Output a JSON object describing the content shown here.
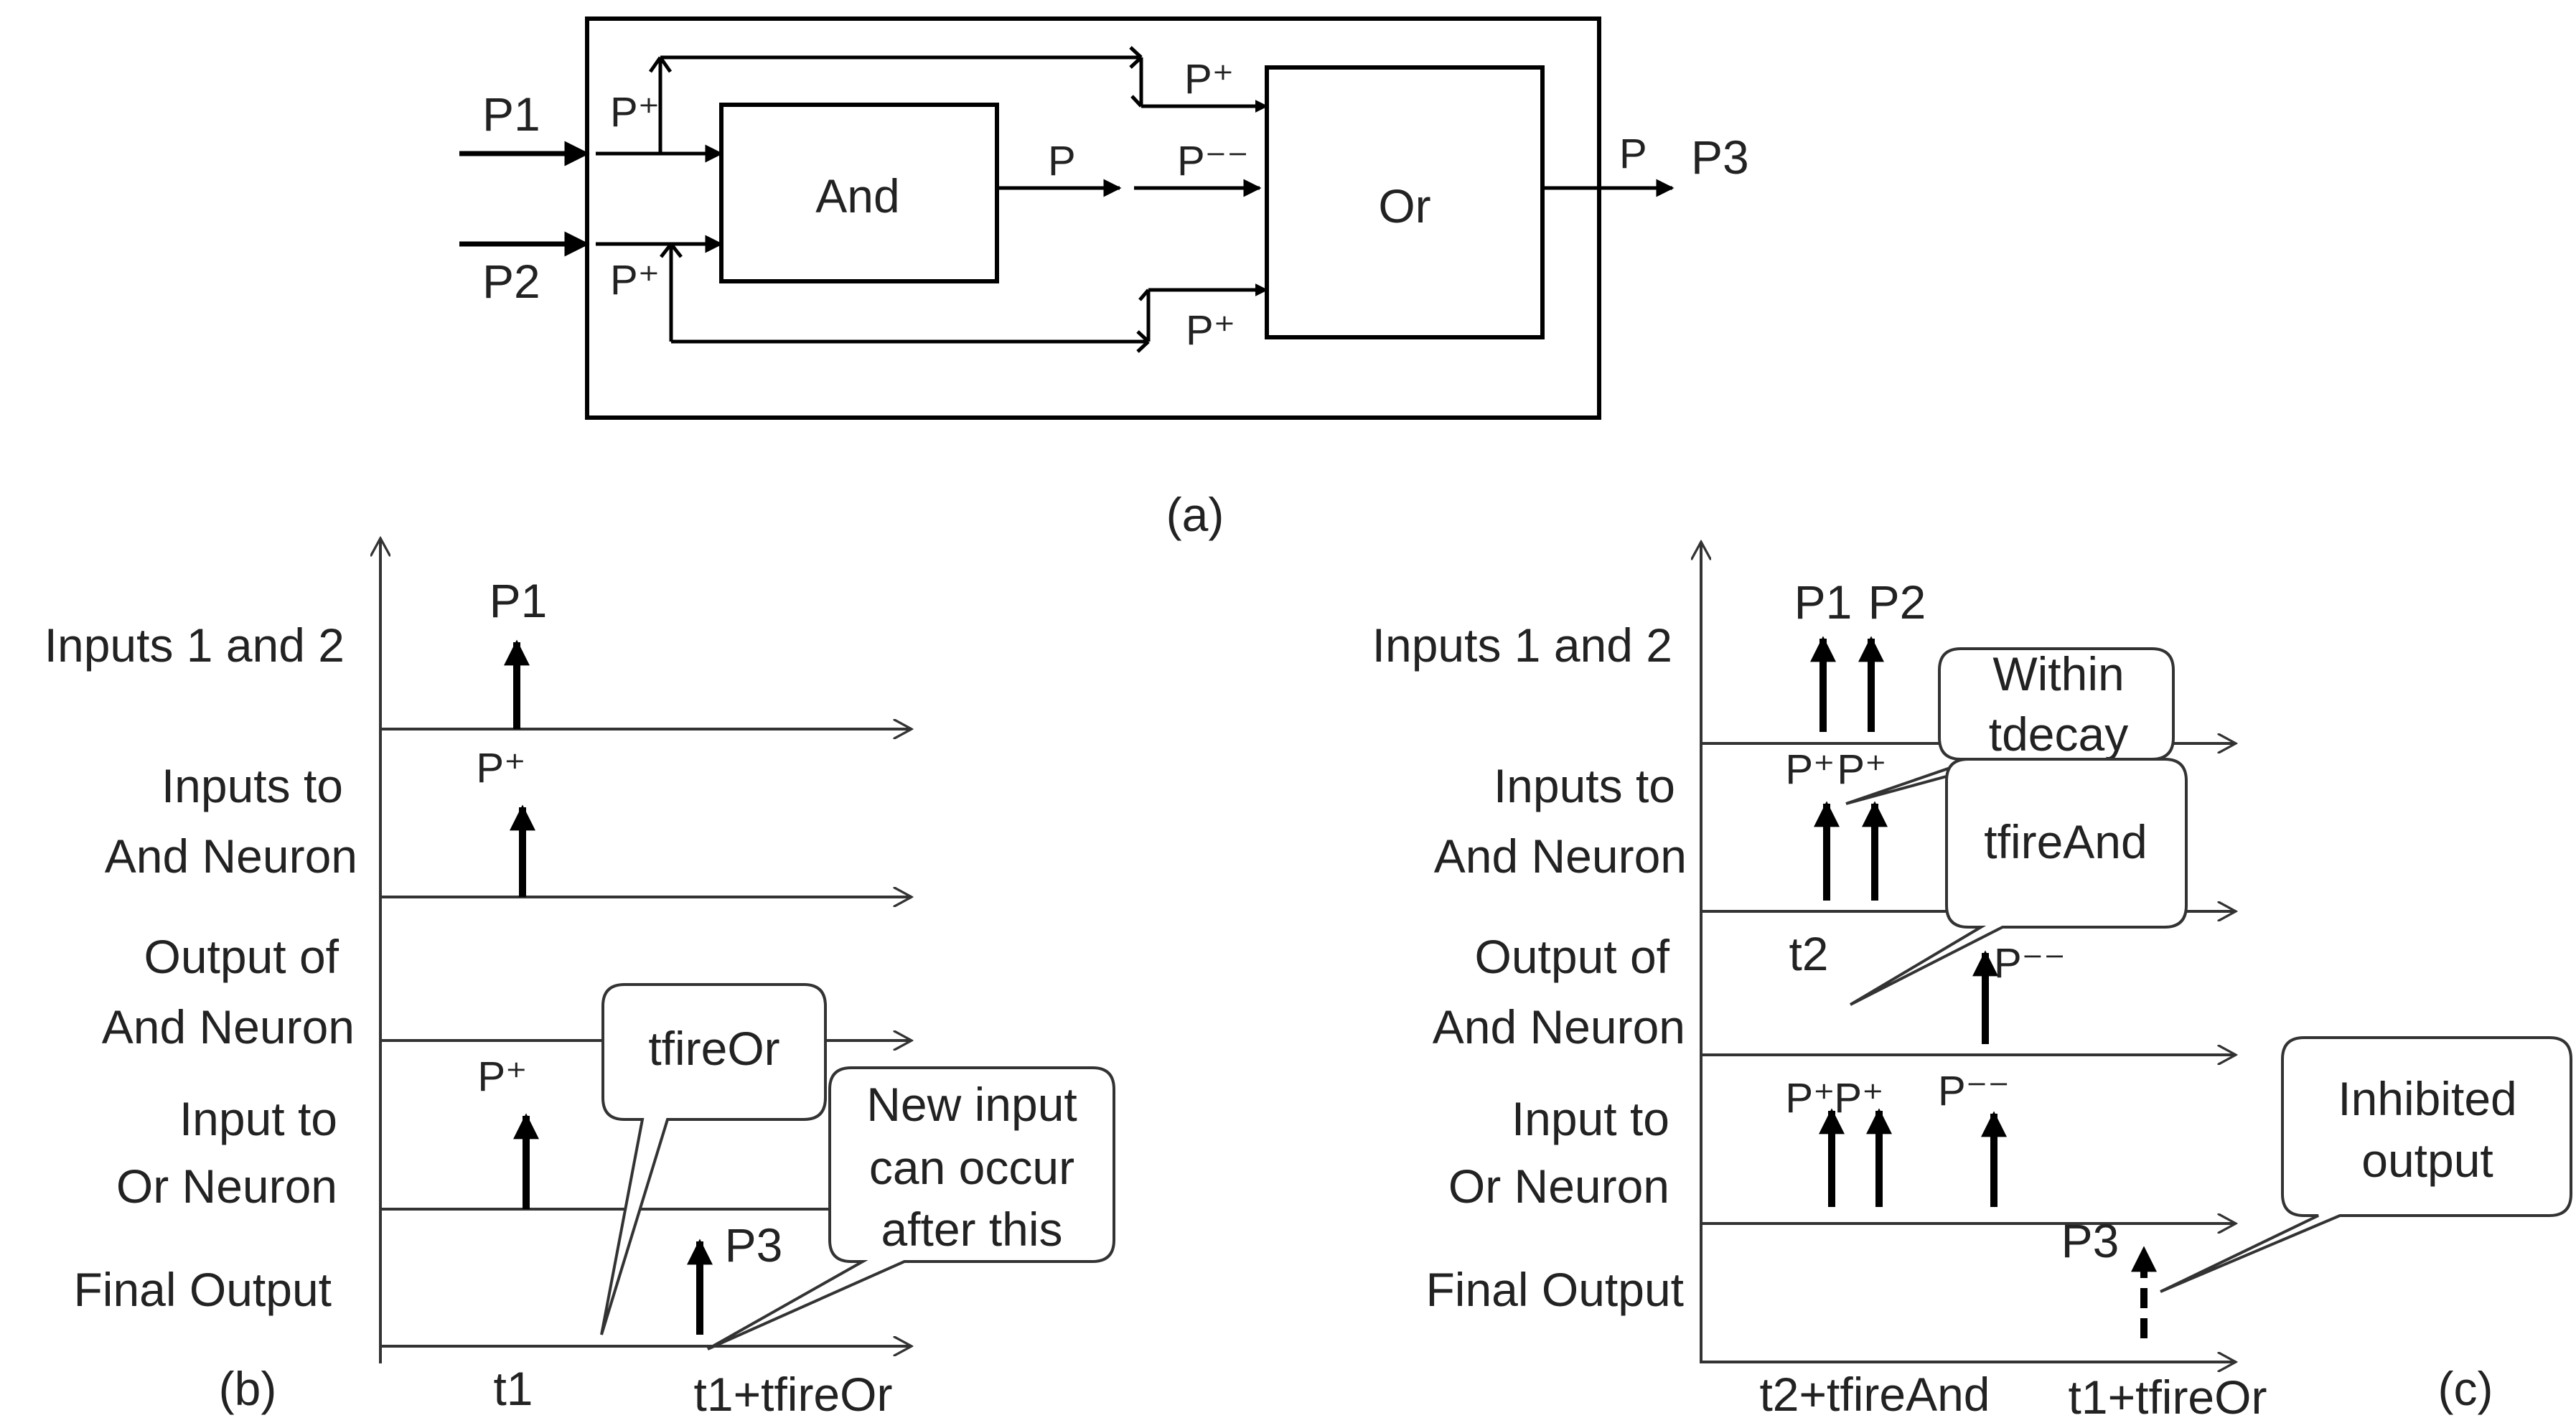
{
  "panel_a": {
    "caption": "(a)",
    "and_label": "And",
    "or_label": "Or",
    "p1": "P1",
    "p2": "P2",
    "p3": "P3",
    "p_plus": "P⁺",
    "p_minus": "P⁻⁻",
    "p": "P"
  },
  "panel_b": {
    "caption": "(b)",
    "rows": {
      "r1": "Inputs 1 and 2",
      "r2a": "Inputs to",
      "r2b": "And Neuron",
      "r3a": "Output of",
      "r3b": "And Neuron",
      "r4a": "Input to",
      "r4b": "Or Neuron",
      "r5": "Final Output"
    },
    "spike_labels": {
      "p1": "P1",
      "p_plus_1": "P⁺",
      "p_plus_2": "P⁺",
      "p3": "P3"
    },
    "time_labels": {
      "t1": "t1",
      "t1_tfireor": "t1+tfireOr"
    },
    "callouts": {
      "tfireor": "tfireOr",
      "new_input_1": "New input",
      "new_input_2": "can occur",
      "new_input_3": "after this"
    }
  },
  "panel_c": {
    "caption": "(c)",
    "rows": {
      "r1": "Inputs 1 and 2",
      "r2a": "Inputs to",
      "r2b": "And Neuron",
      "r3a": "Output of",
      "r3b": "And Neuron",
      "r4a": "Input to",
      "r4b": "Or Neuron",
      "r5": "Final Output"
    },
    "spike_labels": {
      "p1": "P1",
      "p2": "P2",
      "p_plus_a": "P⁺",
      "p_plus_b": "P⁺",
      "t2": "t2",
      "p_minus_and": "P⁻⁻",
      "p_plus_c": "P⁺",
      "p_plus_d": "P⁺",
      "p_minus_or": "P⁻⁻",
      "p3": "P3"
    },
    "time_labels": {
      "t2_tfireand": "t2+tfireAnd",
      "t1_tfireor": "t1+tfireOr"
    },
    "callouts": {
      "within_1": "Within",
      "within_2": "tdecay",
      "tfireand": "tfireAnd",
      "inhibited_1": "Inhibited",
      "inhibited_2": "output"
    }
  }
}
